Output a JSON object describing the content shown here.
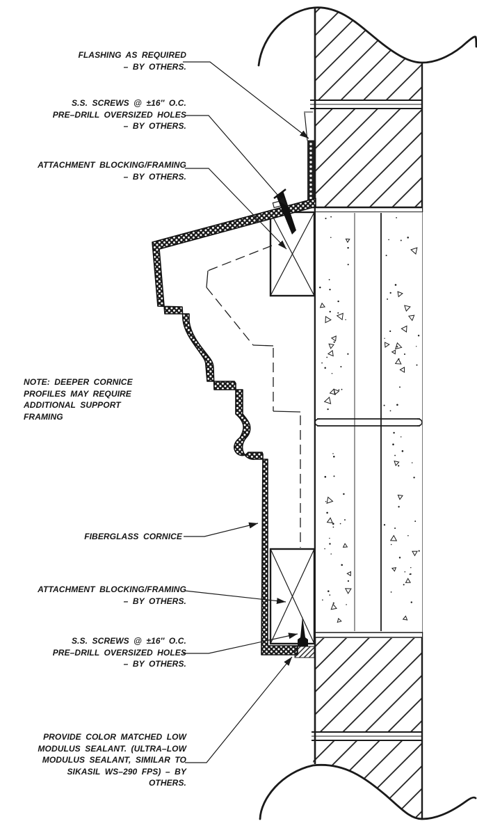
{
  "drawing_title": "fiberglass-cornice-attachment-section-detail",
  "colors": {
    "paper": "#ffffff",
    "ink": "#1a1a1a"
  },
  "annotations": {
    "flashing": {
      "lines": [
        "FLASHING AS REQUIRED",
        "– BY OTHERS."
      ]
    },
    "screws_top": {
      "lines": [
        "S.S. SCREWS @ ±16″ O.C.",
        "PRE–DRILL OVERSIZED HOLES",
        "– BY OTHERS."
      ]
    },
    "blocking_top": {
      "lines": [
        "ATTACHMENT BLOCKING/FRAMING",
        "– BY OTHERS."
      ]
    },
    "note": {
      "lines": [
        "NOTE: DEEPER CORNICE",
        "PROFILES MAY REQUIRE",
        "ADDITIONAL SUPPORT",
        "FRAMING"
      ]
    },
    "fiberglass": {
      "lines": [
        "FIBERGLASS CORNICE"
      ]
    },
    "blocking_bottom": {
      "lines": [
        "ATTACHMENT BLOCKING/FRAMING",
        "– BY OTHERS."
      ]
    },
    "screws_bottom": {
      "lines": [
        "S.S. SCREWS @ ±16″ O.C.",
        "PRE–DRILL OVERSIZED HOLES",
        "– BY OTHERS."
      ]
    },
    "sealant": {
      "lines": [
        "PROVIDE COLOR MATCHED LOW",
        "MODULUS SEALANT. (ULTRA–LOW",
        "MODULUS SEALANT, SIMILAR TO",
        "SIKASIL WS–290 FPS) – BY",
        "OTHERS."
      ]
    }
  }
}
